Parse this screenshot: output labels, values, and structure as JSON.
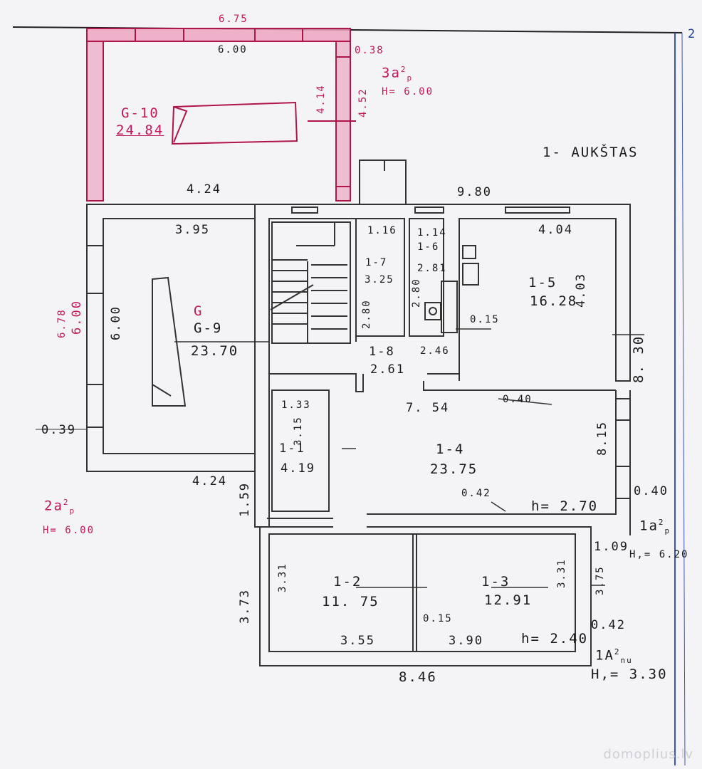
{
  "plan": {
    "floor_label": "1- AUKŠTAS",
    "watermark": "domoplius.lv",
    "sheet_number": "2",
    "garage": {
      "id": "G-10",
      "area": "24.84",
      "dims": {
        "outer_top": "6.75",
        "inner_top": "6.00",
        "wall": "0.38",
        "inner_side": "4.14",
        "outer_side": "4.52",
        "bottom": "4.24"
      },
      "category": "3a",
      "category_sup": "2",
      "category_sub": "p",
      "height": "H= 6.00"
    },
    "garage9": {
      "id_top": "G",
      "id": "G-9",
      "area": "23.70",
      "dims": {
        "top": "3.95",
        "left": "6.00",
        "left_outer": "6.00",
        "left_outer_red": "6.78",
        "wall": "0.39",
        "bottom": "4.24"
      },
      "category": "2a",
      "category_sup": "2",
      "category_sub": "p",
      "height": "H= 6.00"
    },
    "rooms": [
      {
        "id": "1-1",
        "area": "4.19"
      },
      {
        "id": "1-2",
        "area": "11. 75"
      },
      {
        "id": "1-3",
        "area": "12.91"
      },
      {
        "id": "1-4",
        "area": "23.75"
      },
      {
        "id": "1-5",
        "area": "16.28"
      },
      {
        "id": "1-6",
        "area": "2.81"
      },
      {
        "id": "1-7",
        "area": "3.25"
      },
      {
        "id": "1-8",
        "area": "2.61"
      }
    ],
    "dims": {
      "overall_top": "9.80",
      "r15_top": "4.04",
      "r15_side": "4.03",
      "r15_wall": "0.15",
      "overall_right": "8. 30",
      "r17_top": "1.16",
      "r17_side": "2.80",
      "r16_top": "1.14",
      "r16_side": "2.80",
      "r18_right": "2.46",
      "r14_top": "7. 54",
      "r14_wall": "0.40",
      "r14_right": "8.15",
      "r14_wall2": "0.42",
      "r14_height": "h= 2.70",
      "right_wall": "0.40",
      "r11_top": "1.33",
      "r11_side": "3.15",
      "left_step": "1.59",
      "r12_side_outer": "3.73",
      "r12_side": "3.31",
      "r13_side": "3.31",
      "r13_right_outer": "3.75",
      "r12_bottom": "3.55",
      "r13_bottom": "3.90",
      "wall_015": "0.15",
      "r13_height": "h= 2.40",
      "bottom_total": "8.46",
      "right_step": "1.09",
      "right_wall2": "0.42"
    },
    "category_1a_right": "1a",
    "category_1a_right_sub": "p",
    "category_1a_right_sup": "2",
    "height_1a_right": "H,= 6.20",
    "category_1a_bottom": "1A",
    "category_1a_bottom_sup": "2",
    "category_1a_bottom_sub": "nu",
    "height_1a_bottom": "H,= 3.30"
  }
}
